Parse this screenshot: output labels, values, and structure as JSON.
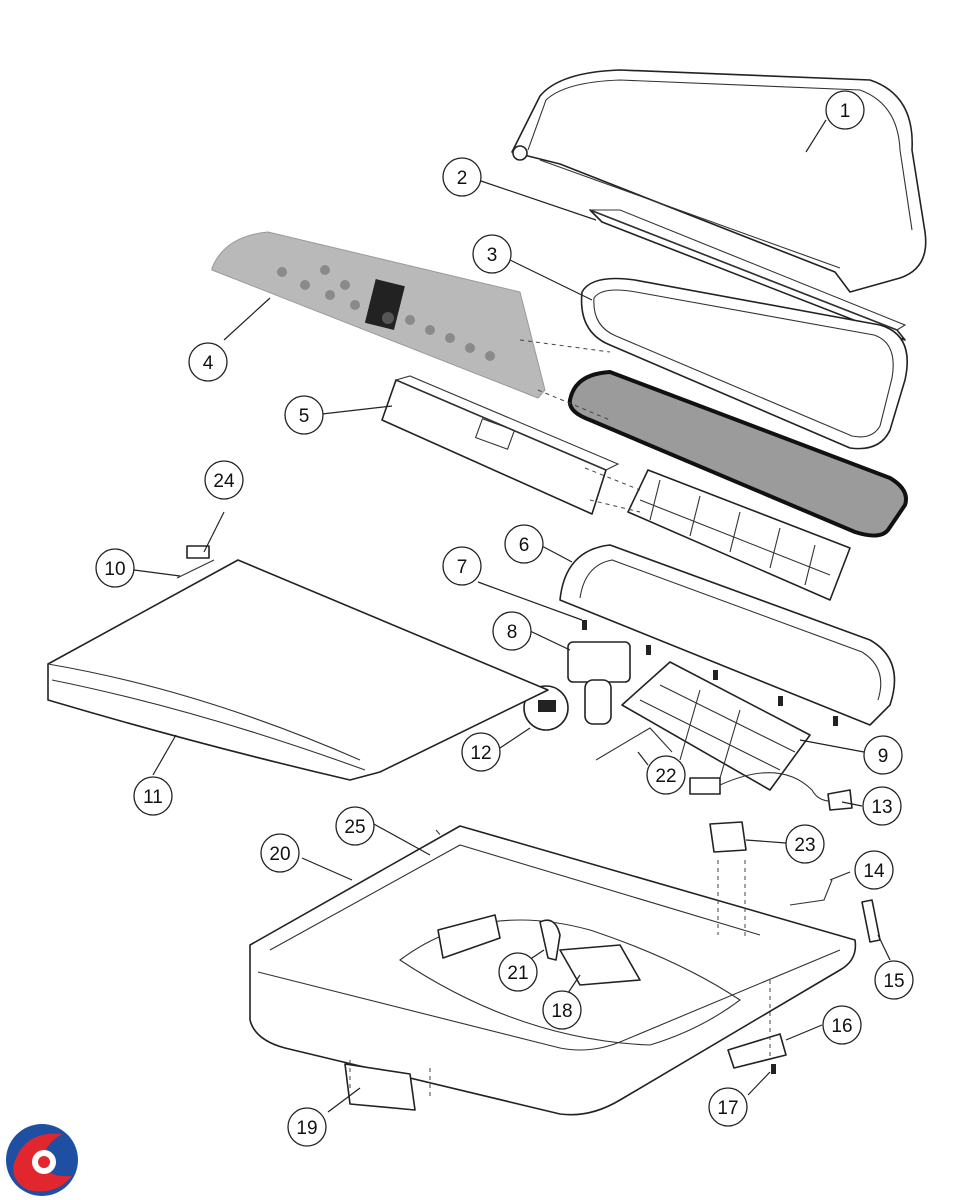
{
  "diagram": {
    "callouts": [
      "1",
      "2",
      "3",
      "4",
      "5",
      "6",
      "7",
      "8",
      "9",
      "10",
      "11",
      "12",
      "13",
      "14",
      "15",
      "16",
      "17",
      "18",
      "19",
      "20",
      "21",
      "22",
      "23",
      "24",
      "25"
    ]
  },
  "logo": {
    "icon": "brand-swirl-logo",
    "colors": [
      "#1f4fa3",
      "#e1262d"
    ]
  },
  "colors": {
    "panel_grey": "#b9b9b9",
    "glass_grey": "#9b9b9b",
    "line": "#222222"
  }
}
